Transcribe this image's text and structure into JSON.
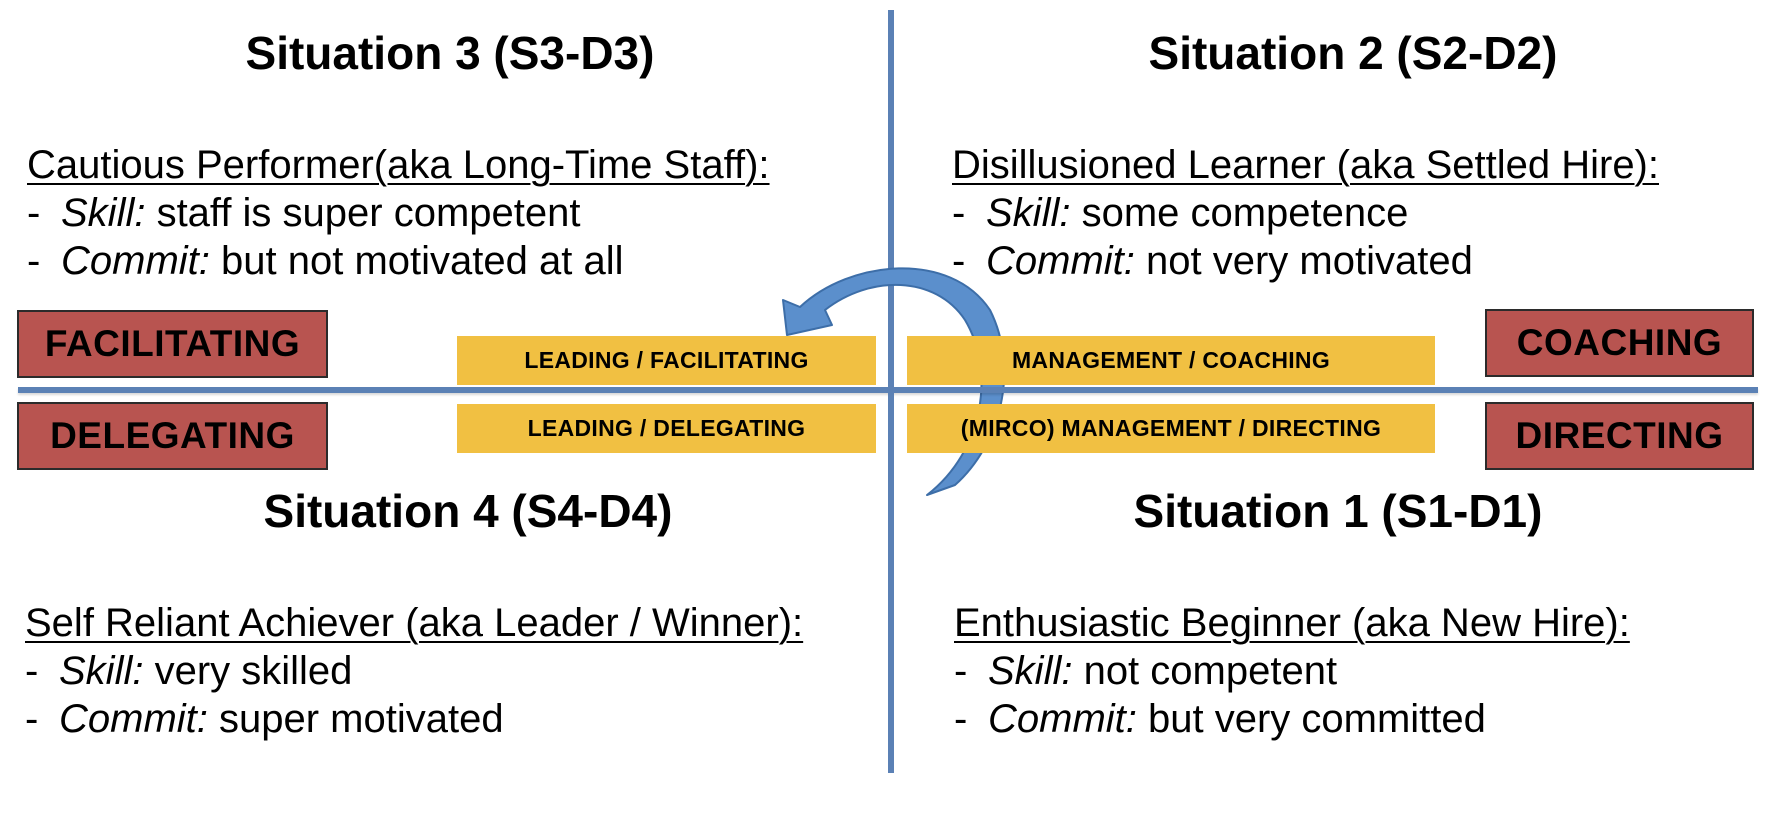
{
  "quadrants": {
    "s3": {
      "title": "Situation 3 (S3-D3)",
      "heading": "Cautious Performer(aka Long-Time Staff):",
      "skill_label": "Skill:",
      "skill_text": " staff is super competent",
      "commit_label": "Commit:",
      "commit_text": " but not motivated at all"
    },
    "s2": {
      "title": "Situation 2 (S2-D2)",
      "heading": "Disillusioned Learner (aka Settled Hire):",
      "skill_label": "Skill:",
      "skill_text": " some competence",
      "commit_label": "Commit:",
      "commit_text": " not very motivated"
    },
    "s4": {
      "title": "Situation 4 (S4-D4)",
      "heading": "Self Reliant Achiever (aka Leader / Winner):",
      "skill_label": "Skill:",
      "skill_text": " very skilled",
      "commit_label": "Commit:",
      "commit_text": " super motivated"
    },
    "s1": {
      "title": "Situation 1 (S1-D1)",
      "heading": "Enthusiastic Beginner (aka New Hire):",
      "skill_label": "Skill:",
      "skill_text": " not competent",
      "commit_label": "Commit:",
      "commit_text": " but very committed"
    }
  },
  "styles": {
    "facilitating": "FACILITATING",
    "coaching": "COACHING",
    "delegating": "DELEGATING",
    "directing": "DIRECTING"
  },
  "tags": {
    "leading_facilitating": "LEADING / FACILITATING",
    "management_coaching": "MANAGEMENT / COACHING",
    "leading_delegating": "LEADING / DELEGATING",
    "micro_directing": "(MIRCO) MANAGEMENT / DIRECTING"
  },
  "colors": {
    "style_box": "#b85450",
    "tag": "#f1c042",
    "axis": "#5b81b5",
    "arrow": "#5b8fcc"
  }
}
